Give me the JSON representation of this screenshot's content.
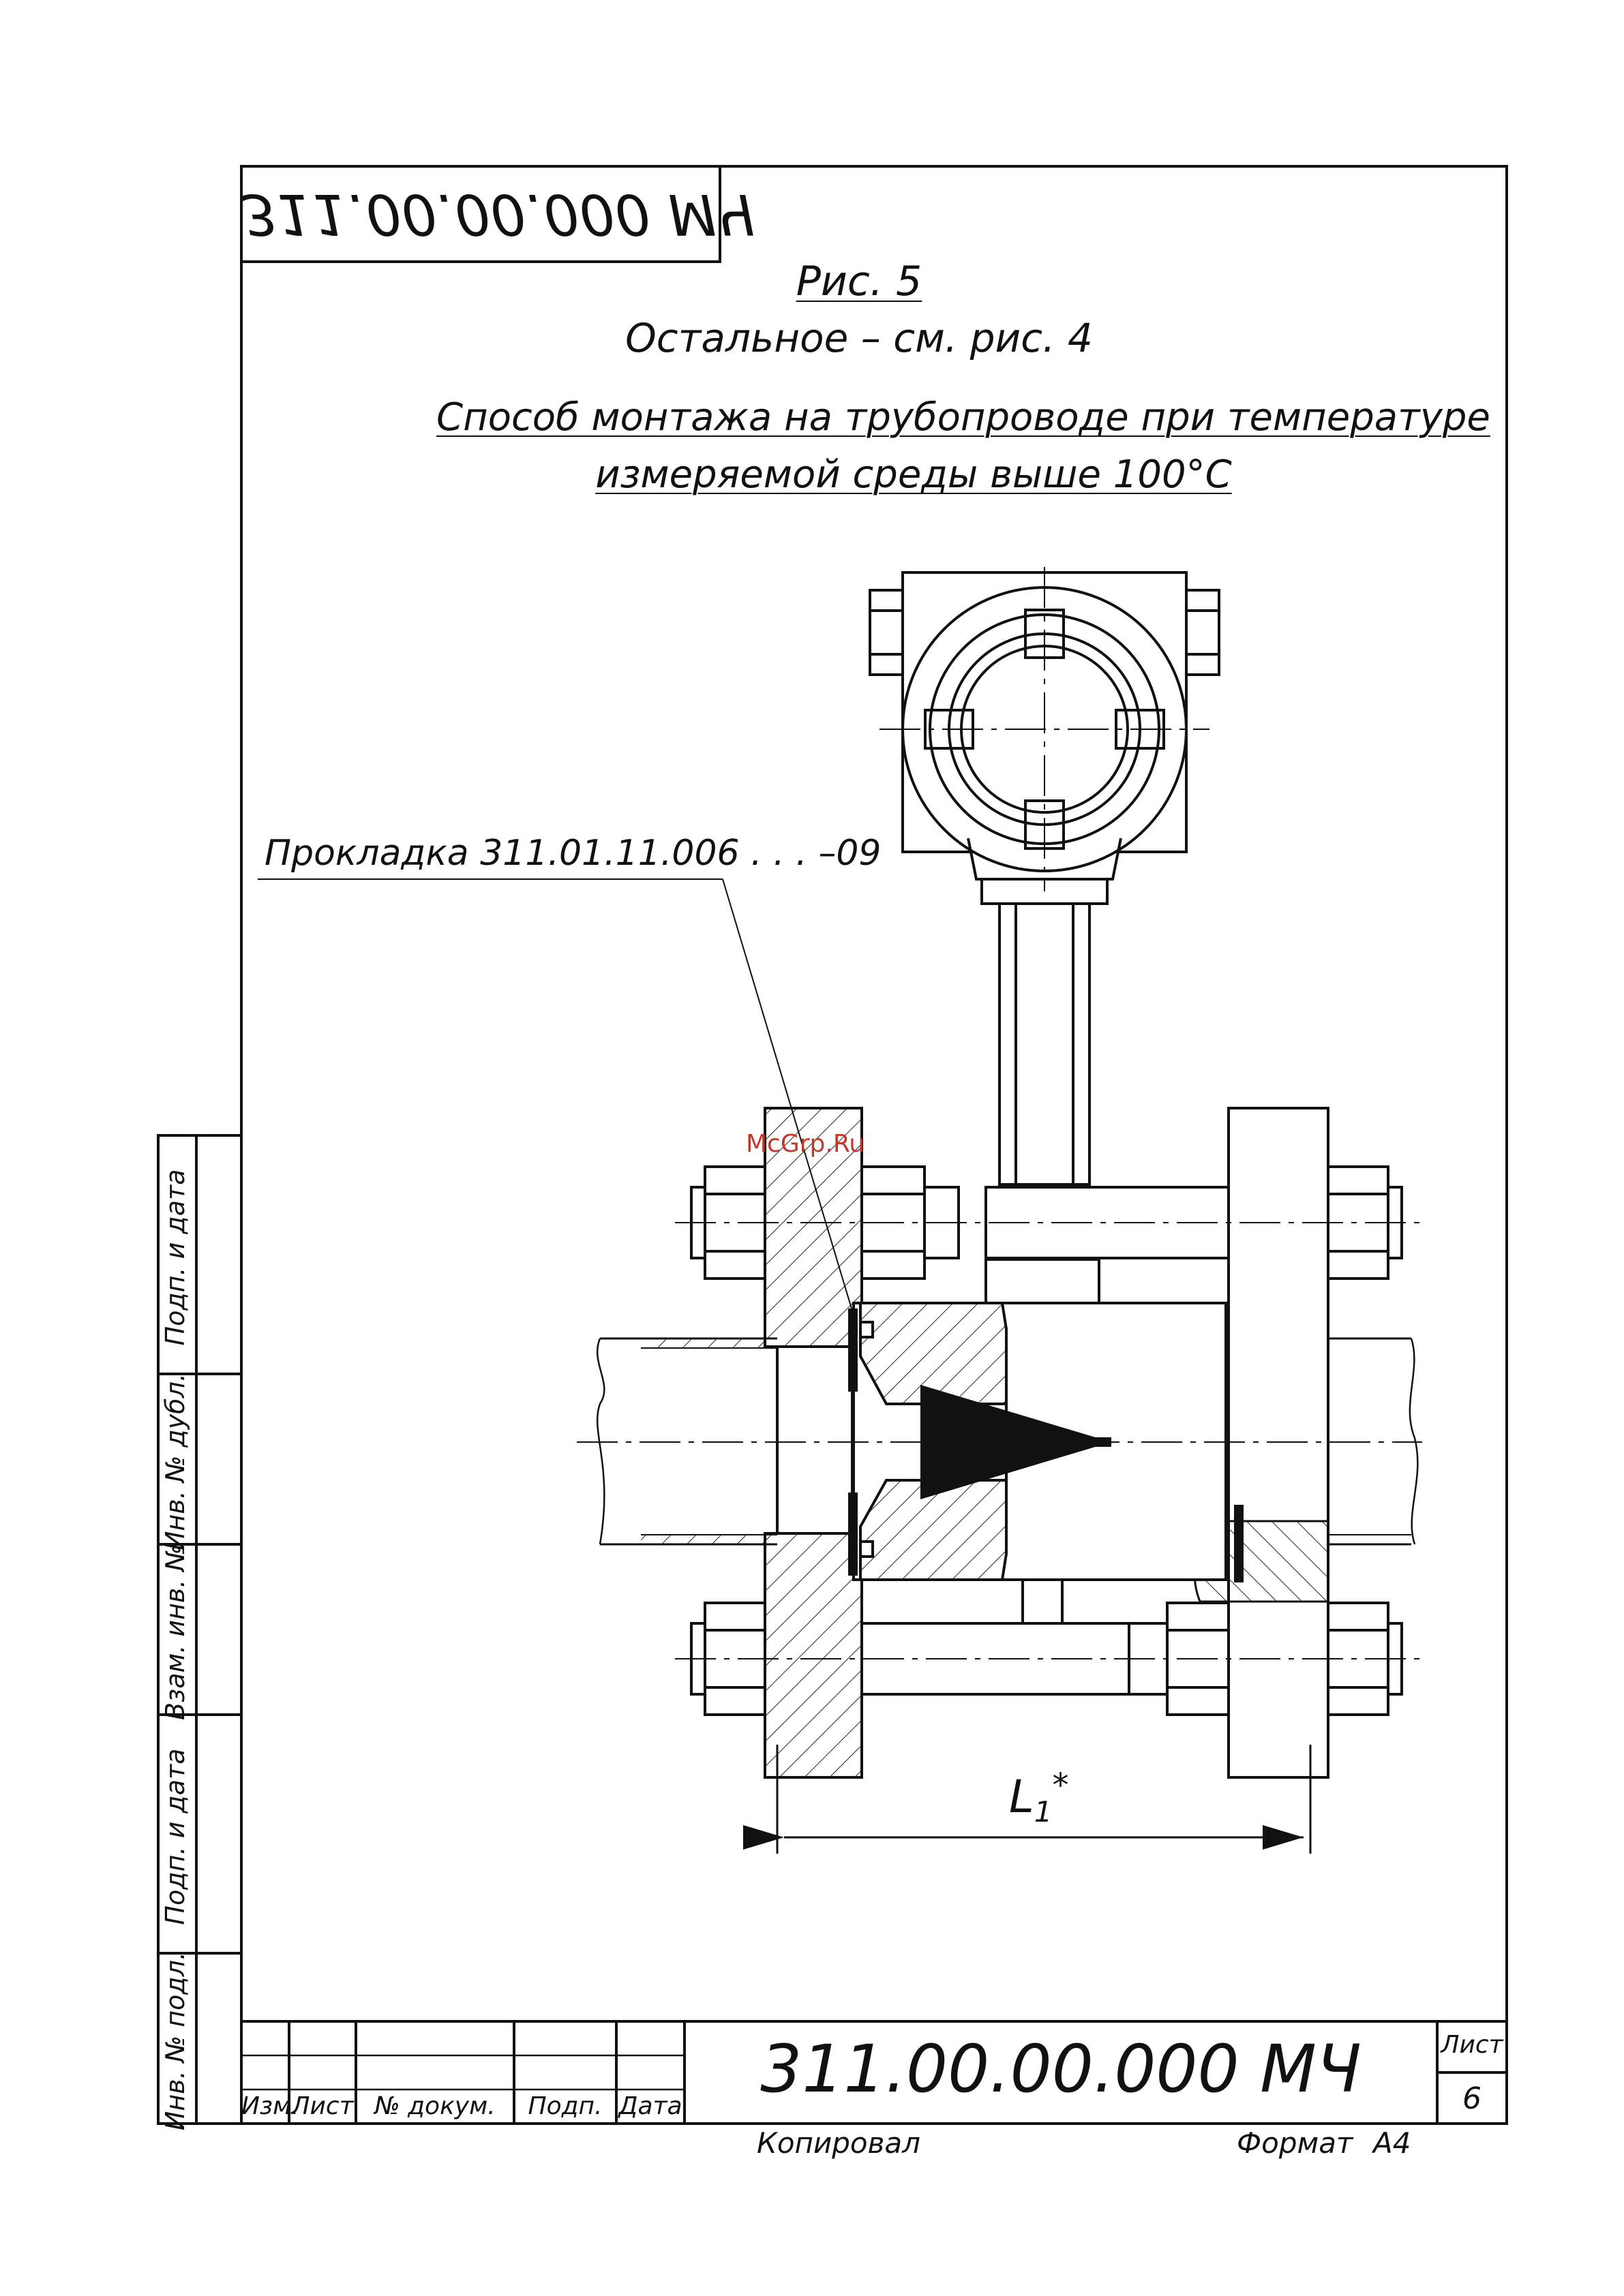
{
  "document": {
    "code_mirrored": "311.00.00.000 МЧ",
    "figure_label": "Рис. 5",
    "figure_note": "Остальное – см. рис. 4",
    "title_line1": "Способ монтажа на трубопроводе при температуре",
    "title_line2": "измеряемой среды выше 100°С",
    "gasket_label": "Прокладка 311.01.11.006 . . . –09",
    "watermark": "McGrp.Ru",
    "dimension_label": "L",
    "dimension_subscript": "1",
    "dimension_mark": "*"
  },
  "side_stamp": {
    "cells": [
      "Подп. и дата",
      "Инв. № дубл.",
      "Взам. инв. №",
      "Подп. и дата",
      "Инв. № подл."
    ]
  },
  "title_block": {
    "code": "311.00.00.000 МЧ",
    "headers": [
      "Изм.",
      "Лист",
      "№ докум.",
      "Подп.",
      "Дата"
    ],
    "sheet_label": "Лист",
    "sheet_number": "6"
  },
  "footer": {
    "copied": "Копировал",
    "format_label": "Формат",
    "format_value": "А4"
  }
}
